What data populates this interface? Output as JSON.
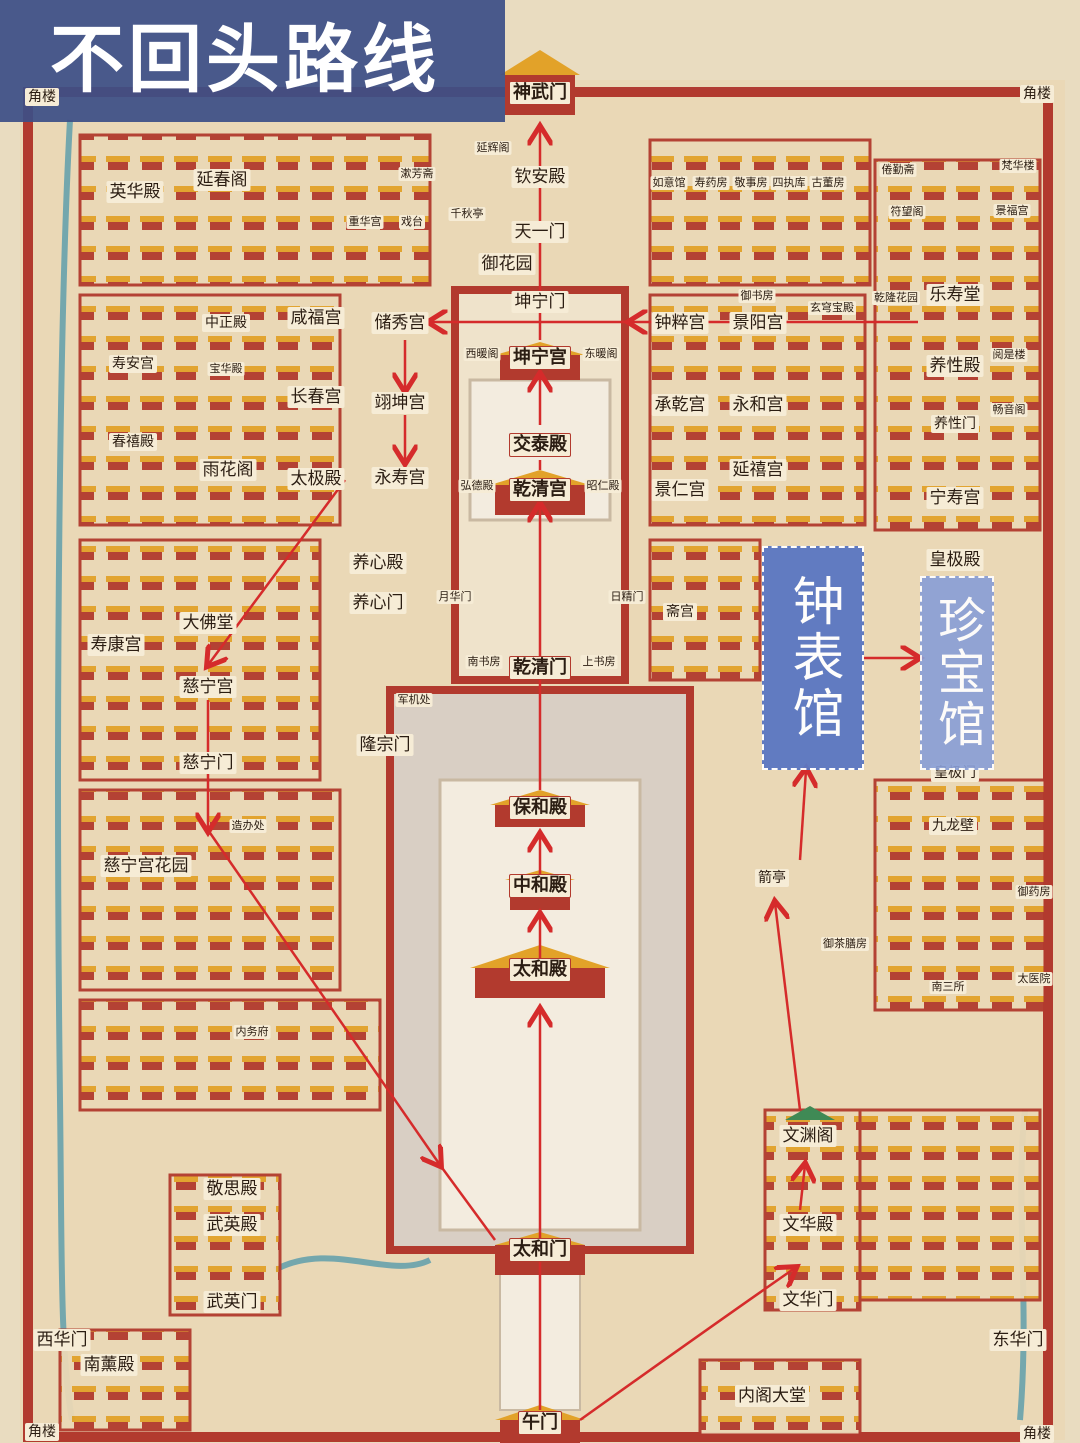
{
  "title": "不回头路线",
  "map": {
    "gates": [
      {
        "name": "神武门"
      },
      {
        "name": "午门"
      },
      {
        "name": "太和门"
      },
      {
        "name": "西华门"
      },
      {
        "name": "东华门"
      },
      {
        "name": "隆宗门"
      },
      {
        "name": "乾清门"
      },
      {
        "name": "坤宁门"
      },
      {
        "name": "天一门"
      },
      {
        "name": "慈宁门"
      },
      {
        "name": "养心门"
      },
      {
        "name": "文华门"
      },
      {
        "name": "武英门"
      },
      {
        "name": "皇极门"
      },
      {
        "name": "月华门"
      },
      {
        "name": "日精门"
      },
      {
        "name": "养性门"
      }
    ],
    "halls": [
      {
        "name": "太和殿"
      },
      {
        "name": "中和殿"
      },
      {
        "name": "保和殿"
      },
      {
        "name": "乾清宫"
      },
      {
        "name": "交泰殿"
      },
      {
        "name": "坤宁宫"
      },
      {
        "name": "钦安殿"
      },
      {
        "name": "储秀宫"
      },
      {
        "name": "翊坤宫"
      },
      {
        "name": "永寿宫"
      },
      {
        "name": "太极殿"
      },
      {
        "name": "长春宫"
      },
      {
        "name": "咸福宫"
      },
      {
        "name": "养心殿"
      },
      {
        "name": "慈宁宫"
      },
      {
        "name": "寿康宫"
      },
      {
        "name": "大佛堂"
      },
      {
        "name": "文华殿"
      },
      {
        "name": "文渊阁"
      },
      {
        "name": "武英殿"
      },
      {
        "name": "敬思殿"
      },
      {
        "name": "承乾宫"
      },
      {
        "name": "永和宫"
      },
      {
        "name": "景仁宫"
      },
      {
        "name": "延禧宫"
      },
      {
        "name": "钟粹宫"
      },
      {
        "name": "景阳宫"
      },
      {
        "name": "乐寿堂"
      },
      {
        "name": "养性殿"
      },
      {
        "name": "宁寿宫"
      },
      {
        "name": "皇极殿"
      },
      {
        "name": "英华殿"
      },
      {
        "name": "延春阁"
      },
      {
        "name": "寿安宫"
      },
      {
        "name": "春禧殿"
      },
      {
        "name": "雨花阁"
      },
      {
        "name": "中正殿"
      },
      {
        "name": "宝华殿"
      },
      {
        "name": "慈宁宫花园"
      },
      {
        "name": "南薰殿"
      },
      {
        "name": "内阁大堂"
      },
      {
        "name": "御花园"
      },
      {
        "name": "箭亭"
      },
      {
        "name": "九龙壁"
      },
      {
        "name": "斋宫"
      },
      {
        "name": "乾隆花园"
      }
    ],
    "minor": [
      {
        "name": "延辉阁"
      },
      {
        "name": "千秋亭"
      },
      {
        "name": "漱芳斋"
      },
      {
        "name": "重华宫"
      },
      {
        "name": "戏台"
      },
      {
        "name": "如意馆"
      },
      {
        "name": "寿药房"
      },
      {
        "name": "敬事房"
      },
      {
        "name": "四执库"
      },
      {
        "name": "古董房"
      },
      {
        "name": "倦勤斋"
      },
      {
        "name": "梵华楼"
      },
      {
        "name": "符望阁"
      },
      {
        "name": "景福宫"
      },
      {
        "name": "御书房"
      },
      {
        "name": "玄穹宝殿"
      },
      {
        "name": "西暖阁"
      },
      {
        "name": "东暖阁"
      },
      {
        "name": "弘德殿"
      },
      {
        "name": "昭仁殿"
      },
      {
        "name": "阅是楼"
      },
      {
        "name": "畅音阁"
      },
      {
        "name": "南书房"
      },
      {
        "name": "上书房"
      },
      {
        "name": "军机处"
      },
      {
        "name": "造办处"
      },
      {
        "name": "内务府"
      },
      {
        "name": "御药房"
      },
      {
        "name": "御茶膳房"
      },
      {
        "name": "南三所"
      },
      {
        "name": "太医院"
      }
    ],
    "corner_towers": "角楼"
  },
  "museums": {
    "clock": "钟表馆",
    "treasure": "珍宝馆"
  },
  "route_stops": [
    "午门",
    "太和门",
    "太和殿",
    "中和殿",
    "保和殿",
    "乾清门",
    "乾清宫",
    "交泰殿",
    "坤宁宫",
    "坤宁门",
    "天一门",
    "钦安殿",
    "神武门"
  ],
  "colors": {
    "title_band": "#3c4f86",
    "route": "#d52b2b",
    "wall": "#b23a2e",
    "roof": "#e2a229",
    "ground": "#e9dcc0",
    "clock_museum": "#5c78c2",
    "treasure_museum": "#8a9fd6"
  }
}
